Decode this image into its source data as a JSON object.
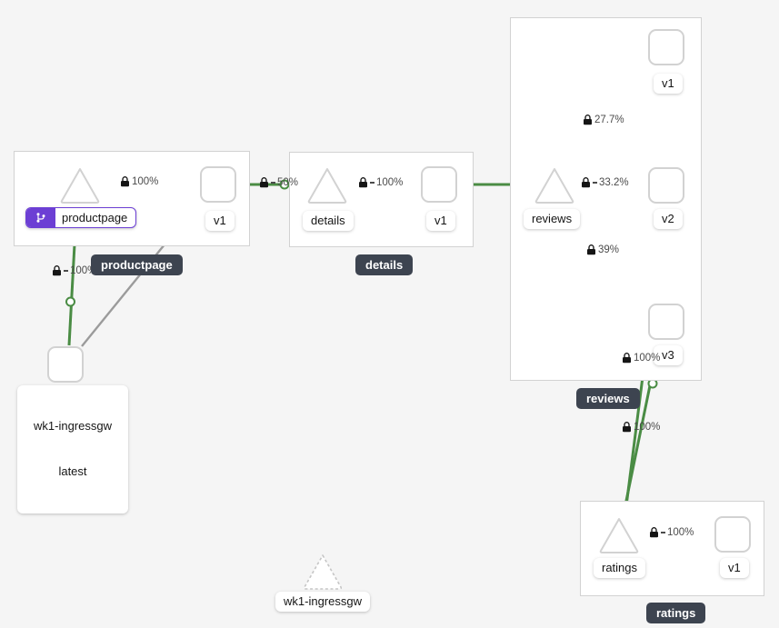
{
  "graph": {
    "type": "service-mesh-topology",
    "background_color": "#f5f5f5",
    "edge_color": "#5a9a54",
    "idle_edge_color": "#8e8e8e",
    "badge_color": "#6c3fd4",
    "tooltip_color": "#3d4450"
  },
  "groups": [
    {
      "key": "productpage",
      "label": "productpage"
    },
    {
      "key": "details",
      "label": "details"
    },
    {
      "key": "reviews",
      "label": "reviews"
    },
    {
      "key": "ratings",
      "label": "ratings"
    }
  ],
  "nodes": [
    {
      "key": "ingressgw",
      "kind": "workload",
      "label": "wk1-ingressgw\nlatest",
      "badge": null
    },
    {
      "key": "svc_productpage",
      "kind": "service",
      "label": "productpage",
      "badge": "git-branch-icon"
    },
    {
      "key": "pp_v1",
      "kind": "workload",
      "label": "v1",
      "badge": null
    },
    {
      "key": "svc_details",
      "kind": "service",
      "label": "details",
      "badge": null
    },
    {
      "key": "det_v1",
      "kind": "workload",
      "label": "v1",
      "badge": null
    },
    {
      "key": "svc_reviews",
      "kind": "service",
      "label": "reviews",
      "badge": null
    },
    {
      "key": "rev_v1",
      "kind": "workload",
      "label": "v1",
      "badge": null
    },
    {
      "key": "rev_v2",
      "kind": "workload",
      "label": "v2",
      "badge": null
    },
    {
      "key": "rev_v3",
      "kind": "workload",
      "label": "v3",
      "badge": null
    },
    {
      "key": "svc_ratings",
      "kind": "service",
      "label": "ratings",
      "badge": null
    },
    {
      "key": "rat_v1",
      "kind": "workload",
      "label": "v1",
      "badge": null
    },
    {
      "key": "ghost_ingressgw",
      "kind": "service-idle",
      "label": "wk1-ingressgw",
      "badge": null
    }
  ],
  "edges": [
    {
      "from": "ingressgw",
      "to": "svc_productpage",
      "rate": "100%",
      "mtls": true,
      "state": "active"
    },
    {
      "from": "ingressgw",
      "to": "pp_v1",
      "rate": "",
      "mtls": false,
      "state": "idle"
    },
    {
      "from": "svc_productpage",
      "to": "pp_v1",
      "rate": "100%",
      "mtls": true,
      "state": "active"
    },
    {
      "from": "pp_v1",
      "to": "svc_details",
      "rate": "50%",
      "mtls": true,
      "state": "active"
    },
    {
      "from": "svc_details",
      "to": "det_v1",
      "rate": "100%",
      "mtls": true,
      "state": "active"
    },
    {
      "from": "pp_v1",
      "to": "svc_reviews",
      "rate": "",
      "mtls": false,
      "state": "active"
    },
    {
      "from": "svc_reviews",
      "to": "rev_v1",
      "rate": "27.7%",
      "mtls": true,
      "state": "active"
    },
    {
      "from": "svc_reviews",
      "to": "rev_v2",
      "rate": "33.2%",
      "mtls": true,
      "state": "active"
    },
    {
      "from": "svc_reviews",
      "to": "rev_v3",
      "rate": "39%",
      "mtls": true,
      "state": "active"
    },
    {
      "from": "rev_v2",
      "to": "svc_ratings",
      "rate": "100%",
      "mtls": true,
      "state": "active"
    },
    {
      "from": "rev_v3",
      "to": "svc_ratings",
      "rate": "100%",
      "mtls": true,
      "state": "active"
    },
    {
      "from": "svc_ratings",
      "to": "rat_v1",
      "rate": "100%",
      "mtls": true,
      "state": "active"
    }
  ],
  "labels": {
    "productpage_group": "productpage",
    "details_group": "details",
    "reviews_group": "reviews",
    "ratings_group": "ratings",
    "svc_productpage": "productpage",
    "svc_details": "details",
    "svc_reviews": "reviews",
    "svc_ratings": "ratings",
    "ghost_ingressgw": "wk1-ingressgw",
    "ingressgw_line1": "wk1-ingressgw",
    "ingressgw_line2": "latest",
    "pp_v1": "v1",
    "det_v1": "v1",
    "rev_v1": "v1",
    "rev_v2": "v2",
    "rev_v3": "v3",
    "rat_v1": "v1"
  },
  "rates": {
    "ingress_to_productpage": "100%",
    "productpage_to_v1": "100%",
    "ppv1_to_details": "50%",
    "details_to_v1": "100%",
    "reviews_to_v1": "27.7%",
    "reviews_to_v2": "33.2%",
    "reviews_to_v3": "39%",
    "revv2_to_ratings": "100%",
    "revv3_to_ratings": "100%",
    "ratings_to_v1": "100%"
  }
}
